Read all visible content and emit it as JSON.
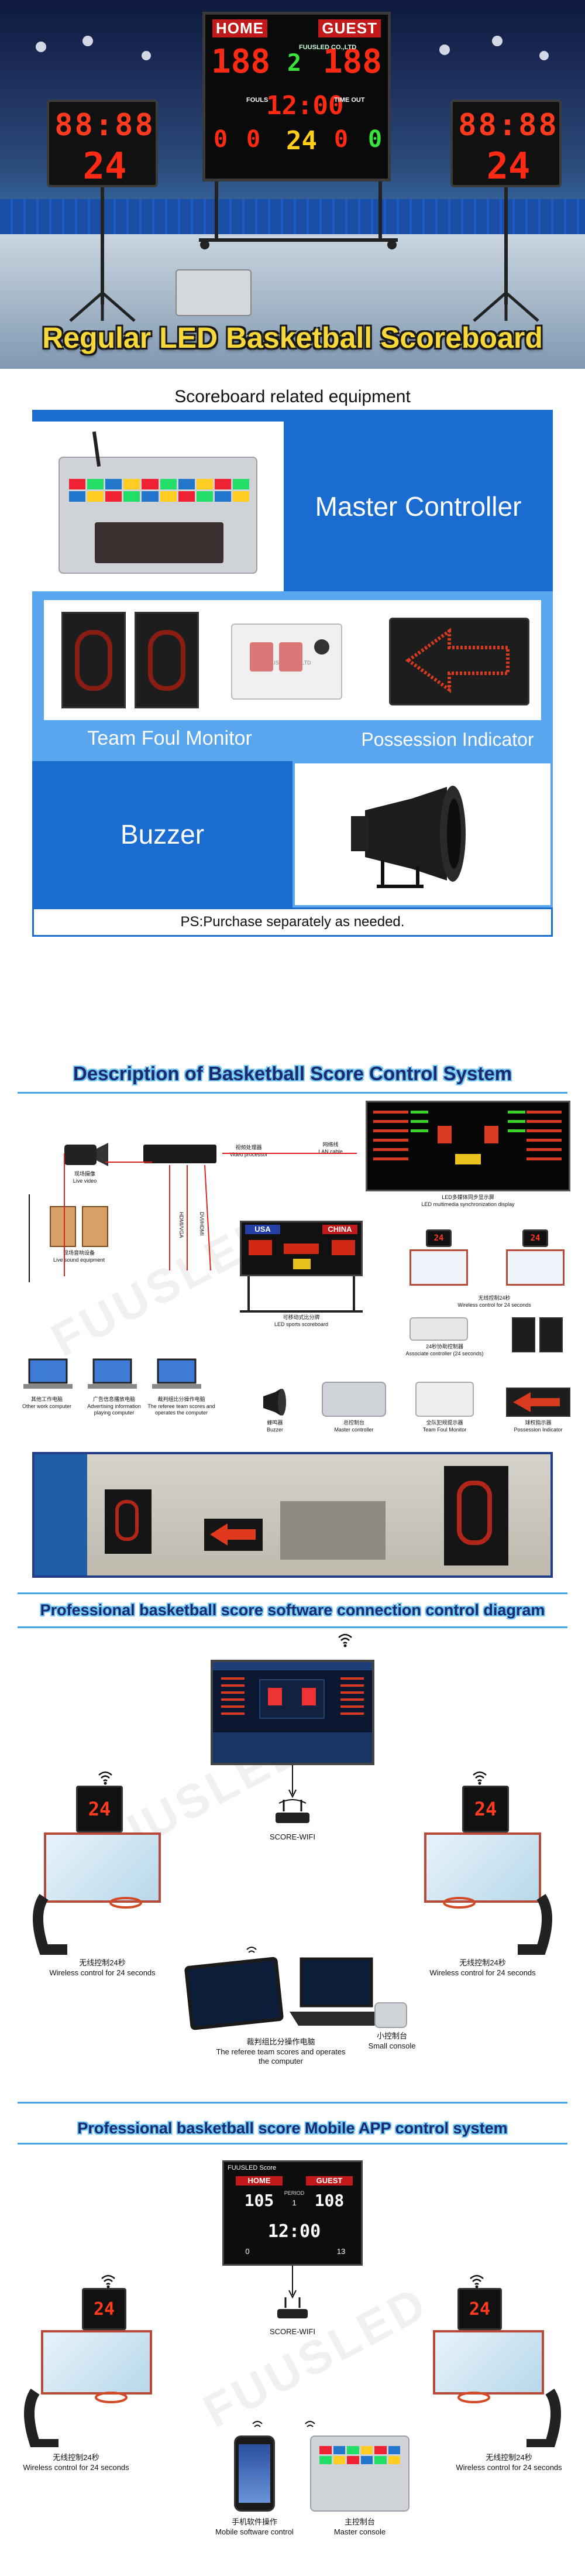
{
  "hero": {
    "title": "Regular LED Basketball Scoreboard",
    "board": {
      "home_label": "HOME",
      "guest_label": "GUEST",
      "home_score": "188",
      "guest_score": "188",
      "clock": "12:00",
      "period": "2",
      "fouls_label": "FOULS",
      "time_out_label": "TIME OUT",
      "home_fouls": "0",
      "guest_fouls": "0",
      "home_timeouts": "0",
      "guest_timeouts": "0",
      "shot": "24",
      "brand": "FUUSLED CO.,LTD"
    },
    "left_shot_clock": {
      "time": "88:88",
      "seconds": "24"
    },
    "right_shot_clock": {
      "time": "88:88",
      "seconds": "24"
    }
  },
  "equipment": {
    "heading": "Scoreboard related equipment",
    "master_controller": "Master Controller",
    "team_foul_monitor": "Team Foul Monitor",
    "possession_indicator": "Possession Indicator",
    "buzzer": "Buzzer",
    "footer": "PS:Purchase separately as needed.",
    "device_brand": "FUUSLED CO.,LTD"
  },
  "control_system": {
    "heading": "Description of Basketball Score Control System",
    "items": [
      {
        "cn": "现场摄像",
        "en": "Live video"
      },
      {
        "cn": "视频处理器",
        "en": "Video processor"
      },
      {
        "cn": "网络线",
        "en": "LAN cable"
      },
      {
        "cn": "LED多媒体同步显示屏",
        "en": "LED multimedia synchronization display"
      },
      {
        "cn": "现场音响设备",
        "en": "Live sound equipment"
      },
      {
        "cn": "可移动式比分牌",
        "en": "LED sports scoreboard"
      },
      {
        "cn": "无线控制24秒",
        "en": "Wireless control for 24 seconds"
      },
      {
        "cn": "24秒协助控制器",
        "en": "Associate controller (24 seconds)"
      },
      {
        "cn": "其他工作电脑",
        "en": "Other work computer"
      },
      {
        "cn": "广告信息播放电脑",
        "en": "Advertising information playing computer"
      },
      {
        "cn": "裁判组比分操作电脑",
        "en": "The referee team scores and operates the computer"
      },
      {
        "cn": "蜂鸣器",
        "en": "Buzzer"
      },
      {
        "cn": "总控制台",
        "en": "Master controller"
      },
      {
        "cn": "全队犯规提示器",
        "en": "Team Foul Monitor"
      },
      {
        "cn": "球权指示器",
        "en": "Possession Indicator"
      }
    ],
    "board": {
      "home": "USA",
      "guest": "CHINA"
    },
    "cables": [
      "HDMI/VGA",
      "DVI/HDMI"
    ]
  },
  "software_diagram": {
    "heading": "Professional basketball score software connection control diagram",
    "wifi_label": "SCORE-WIFI",
    "left_caption_cn": "无线控制24秒",
    "left_caption_en": "Wireless control for 24 seconds",
    "right_caption_cn": "无线控制24秒",
    "right_caption_en": "Wireless control for 24 seconds",
    "computer_caption_cn": "裁判组比分操作电脑",
    "computer_caption_en": "The referee team scores and operates the computer",
    "console_caption_cn": "小控制台",
    "console_caption_en": "Small console",
    "shot_clock": "24"
  },
  "app_diagram": {
    "heading": "Professional basketball score Mobile APP control system",
    "wifi_label": "SCORE-WIFI",
    "app_title": "FUUSLED Score",
    "home_label": "HOME",
    "guest_label": "GUEST",
    "period_label": "PERIOD",
    "home_score": "105",
    "guest_score": "108",
    "period": "1",
    "clock": "12:00",
    "home_fouls": "0",
    "guest_fouls": "13",
    "left_caption_cn": "无线控制24秒",
    "left_caption_en": "Wireless control for 24 seconds",
    "right_caption_cn": "无线控制24秒",
    "right_caption_en": "Wireless control for 24 seconds",
    "phone_caption_cn": "手机软件操作",
    "phone_caption_en": "Mobile software control",
    "console_caption_cn": "主控制台",
    "console_caption_en": "Master console",
    "shot_clock": "24"
  },
  "watermark": "FUUSLED"
}
